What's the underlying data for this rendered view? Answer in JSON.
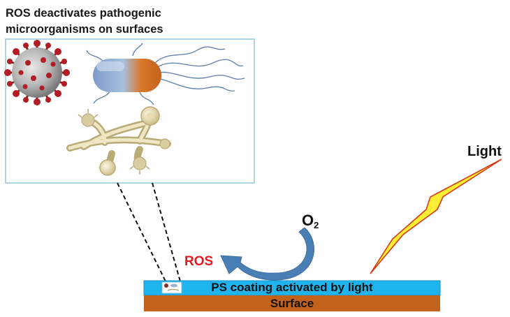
{
  "caption": {
    "line1": "ROS deactivates pathogenic",
    "line2": "microorganisms on surfaces"
  },
  "labels": {
    "light": "Light",
    "ros": "ROS",
    "o2_main": "O",
    "o2_sub": "2",
    "coating": "PS coating activated by light",
    "surface": "Surface"
  },
  "icons": [
    "virus-icon",
    "bacterium-icon",
    "fungus-icon",
    "lightning-bolt-icon"
  ],
  "colors": {
    "coating": "#1fb4ee",
    "surface": "#c2621b",
    "ros_text": "#e31b23",
    "arrow": "#4a7fb5",
    "bolt_fill": "#ffee33",
    "bolt_stroke": "#d43a1a",
    "inset_border": "#7ab8d8",
    "virus": "#b01e24",
    "bacterium_body": "#8ca9cf",
    "bacterium_accent": "#d9772a",
    "fungus": "#d9ccA0"
  }
}
